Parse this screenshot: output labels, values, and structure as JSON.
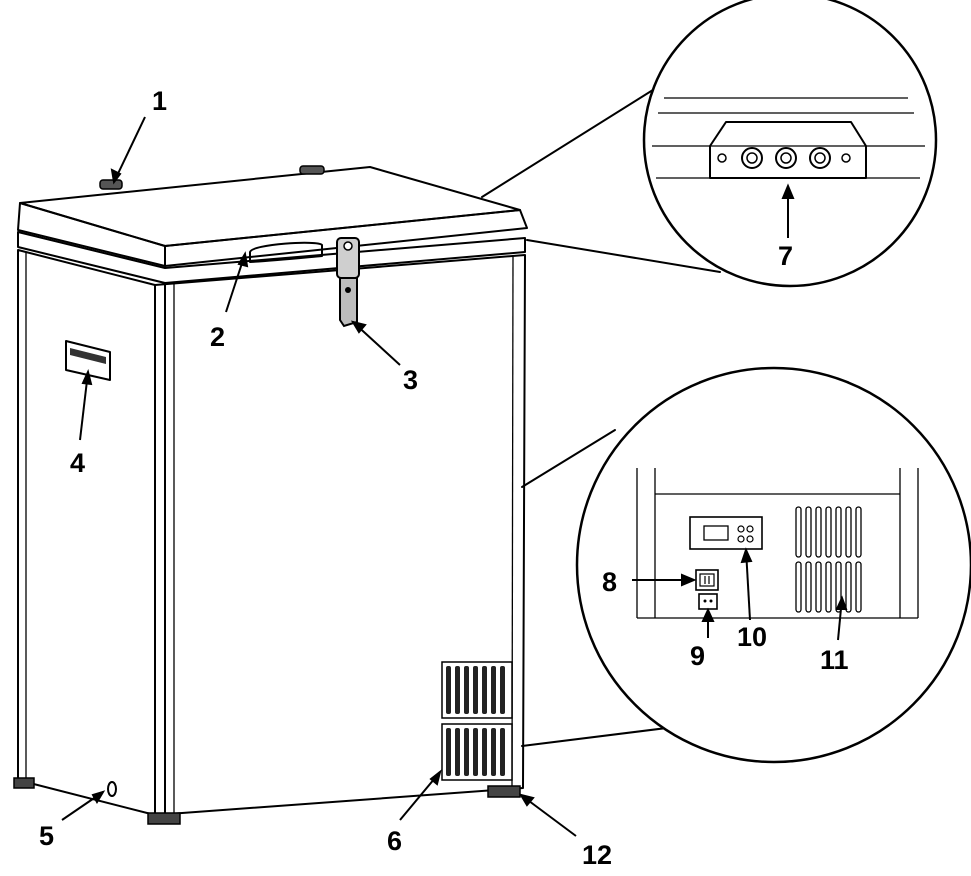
{
  "callouts": [
    {
      "id": "1",
      "label": "1"
    },
    {
      "id": "2",
      "label": "2"
    },
    {
      "id": "3",
      "label": "3"
    },
    {
      "id": "4",
      "label": "4"
    },
    {
      "id": "5",
      "label": "5"
    },
    {
      "id": "6",
      "label": "6"
    },
    {
      "id": "7",
      "label": "7"
    },
    {
      "id": "8",
      "label": "8"
    },
    {
      "id": "9",
      "label": "9"
    },
    {
      "id": "10",
      "label": "10"
    },
    {
      "id": "11",
      "label": "11"
    },
    {
      "id": "12",
      "label": "12"
    }
  ],
  "colors": {
    "stroke": "#000000",
    "body_shade": "#e6e6e6",
    "front_shade": "#d9d9d9",
    "lid_shade": "#e9e9e9"
  }
}
